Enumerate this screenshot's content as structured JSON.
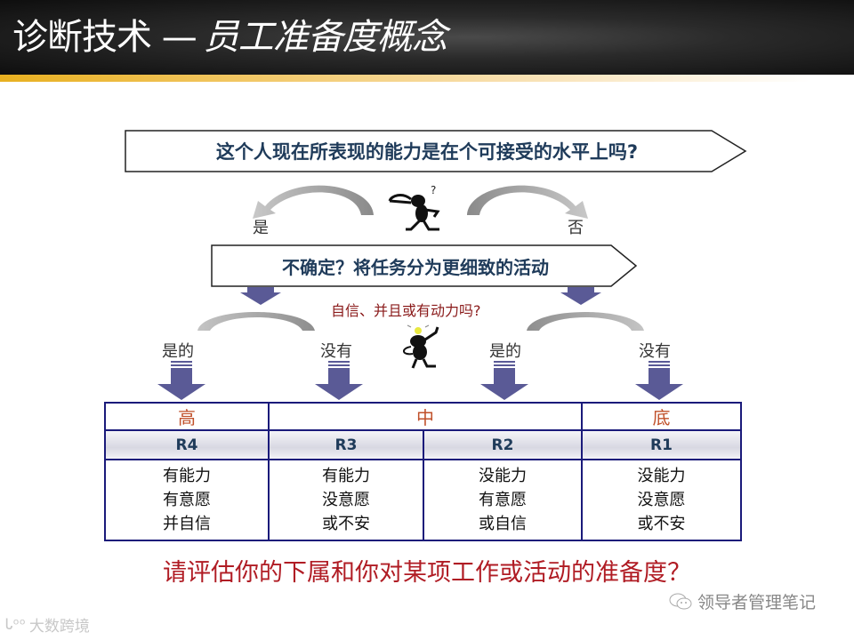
{
  "header": {
    "title": "诊断技术 —",
    "subtitle": "员工准备度概念"
  },
  "diagram": {
    "question_1": "这个人现在所表现的能力是在个可接受的水平上吗?",
    "branch_yes": "是",
    "branch_no": "否",
    "question_2": "不确定？将任务分为更细致的活动",
    "sub_question": "自信、并且或有动力吗?",
    "answers": [
      "是的",
      "没有",
      "是的",
      "没有"
    ],
    "colors": {
      "banner_text": "#1f3b5a",
      "arrow_blue": "#5a5a96",
      "curve_gray": "#a0a0a0",
      "level_text": "#c0502a",
      "grid_border": "#1a1a7a",
      "bottom_question": "#b01c24"
    }
  },
  "table": {
    "levels": [
      {
        "label": "高"
      },
      {
        "label": "中"
      },
      {
        "label": "底"
      }
    ],
    "readiness": [
      {
        "code": "R4",
        "lines": [
          "有能力",
          "有意愿",
          "并自信"
        ]
      },
      {
        "code": "R3",
        "lines": [
          "有能力",
          "没意愿",
          "或不安"
        ]
      },
      {
        "code": "R2",
        "lines": [
          "没能力",
          "有意愿",
          "或自信"
        ]
      },
      {
        "code": "R1",
        "lines": [
          "没能力",
          "没意愿",
          "或不安"
        ]
      }
    ]
  },
  "footer": {
    "question": "请评估你的下属和你对某项工作或活动的准备度？",
    "watermark": "领导者管理笔记",
    "logo_text": "大数跨境"
  }
}
